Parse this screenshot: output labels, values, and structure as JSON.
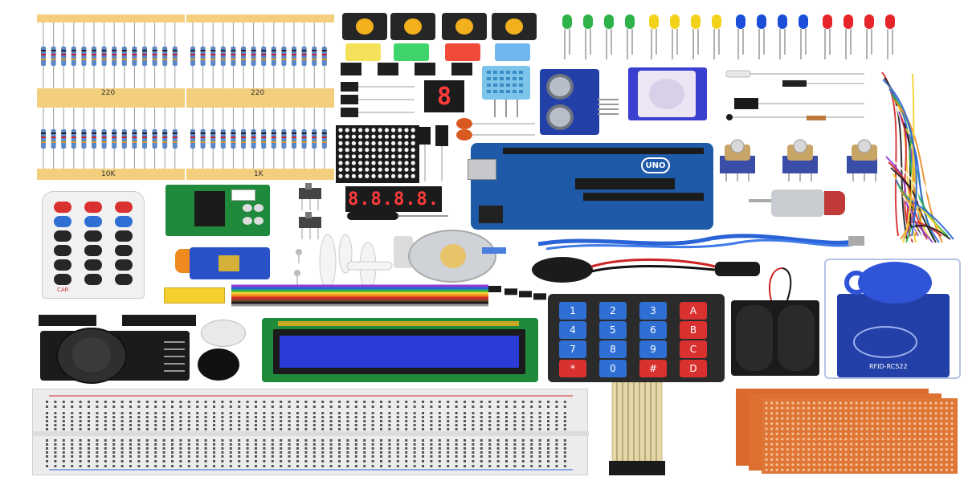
{
  "resistors": {
    "strip_labels": [
      "220",
      "220",
      "10K",
      "1K"
    ]
  },
  "keypad": {
    "keys": [
      "1",
      "2",
      "3",
      "A",
      "4",
      "5",
      "6",
      "B",
      "7",
      "8",
      "9",
      "C",
      "*",
      "0",
      "#",
      "D"
    ]
  },
  "seven_segment_single": {
    "digit": "8"
  },
  "seven_segment_quad": {
    "digits": "8.8.8.8."
  },
  "arduino": {
    "board_label": "UNO"
  },
  "rfid": {
    "module_label": "RFID-RC522"
  },
  "remote": {
    "brand_text": "CAR"
  },
  "colors": {
    "led_green": "#2db34a",
    "led_yellow": "#f2d21a",
    "led_blue": "#1b4fd9",
    "led_red": "#e5252a",
    "arduino_blue": "#1f5aa8",
    "lcd_blue": "#2a3bd6",
    "pcb_orange": "#d9692c",
    "breadboard": "#ececec",
    "keypad_blue": "#2f6fd4",
    "keypad_red": "#d93030"
  }
}
